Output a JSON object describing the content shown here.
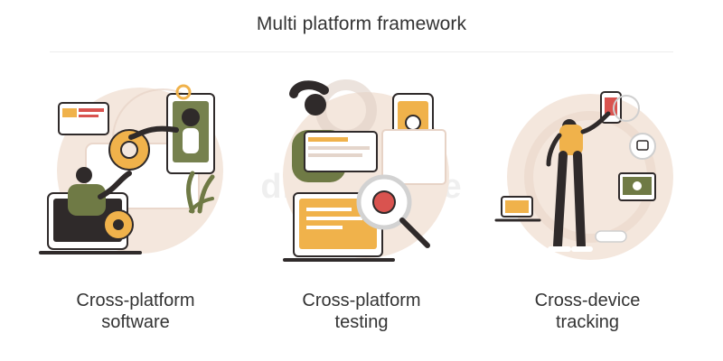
{
  "title": "Multi platform framework",
  "items": [
    {
      "line1": "Cross-platform",
      "line2": "software",
      "icon": "cross-platform-software-illustration"
    },
    {
      "line1": "Cross-platform",
      "line2": "testing",
      "icon": "cross-platform-testing-illustration"
    },
    {
      "line1": "Cross-device",
      "line2": "tracking",
      "icon": "cross-device-tracking-illustration"
    }
  ],
  "watermark": "dreamstime",
  "colors": {
    "bg_circle": "#f3e6dc",
    "accent_orange": "#f0b24b",
    "accent_red": "#d9534f",
    "olive": "#6f7a45",
    "dark": "#2f2a2a",
    "line": "#cfcfcf"
  }
}
